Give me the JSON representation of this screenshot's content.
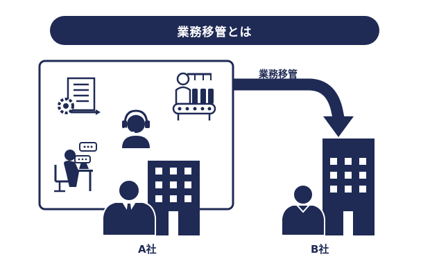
{
  "title": "業務移管とは",
  "arrow_label": "業務移管",
  "company_a": "A社",
  "company_b": "B社",
  "colors": {
    "navy": "#1f2a55",
    "white": "#ffffff"
  },
  "icons": [
    "document-gear-icon",
    "factory-conveyor-icon",
    "headset-operator-icon",
    "desk-worker-chat-icon",
    "businessman-icon",
    "building-icon",
    "arrow-icon"
  ]
}
